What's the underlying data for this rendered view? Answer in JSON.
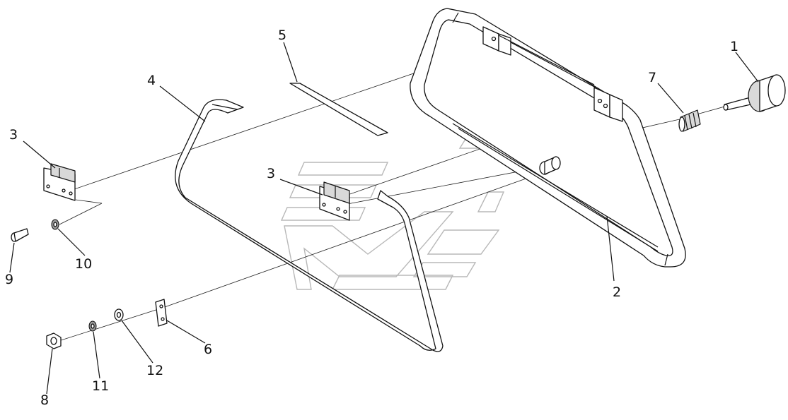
{
  "callouts": [
    {
      "id": "1",
      "text": "1"
    },
    {
      "id": "2",
      "text": "2"
    },
    {
      "id": "3a",
      "text": "3"
    },
    {
      "id": "3b",
      "text": "3"
    },
    {
      "id": "4",
      "text": "4"
    },
    {
      "id": "5",
      "text": "5"
    },
    {
      "id": "6",
      "text": "6"
    },
    {
      "id": "7",
      "text": "7"
    },
    {
      "id": "8",
      "text": "8"
    },
    {
      "id": "9",
      "text": "9"
    },
    {
      "id": "10",
      "text": "10"
    },
    {
      "id": "11",
      "text": "11"
    },
    {
      "id": "12",
      "text": "12"
    }
  ],
  "colors": {
    "stroke": "#111111",
    "background": "#ffffff",
    "watermark": "#b8b8b8"
  }
}
